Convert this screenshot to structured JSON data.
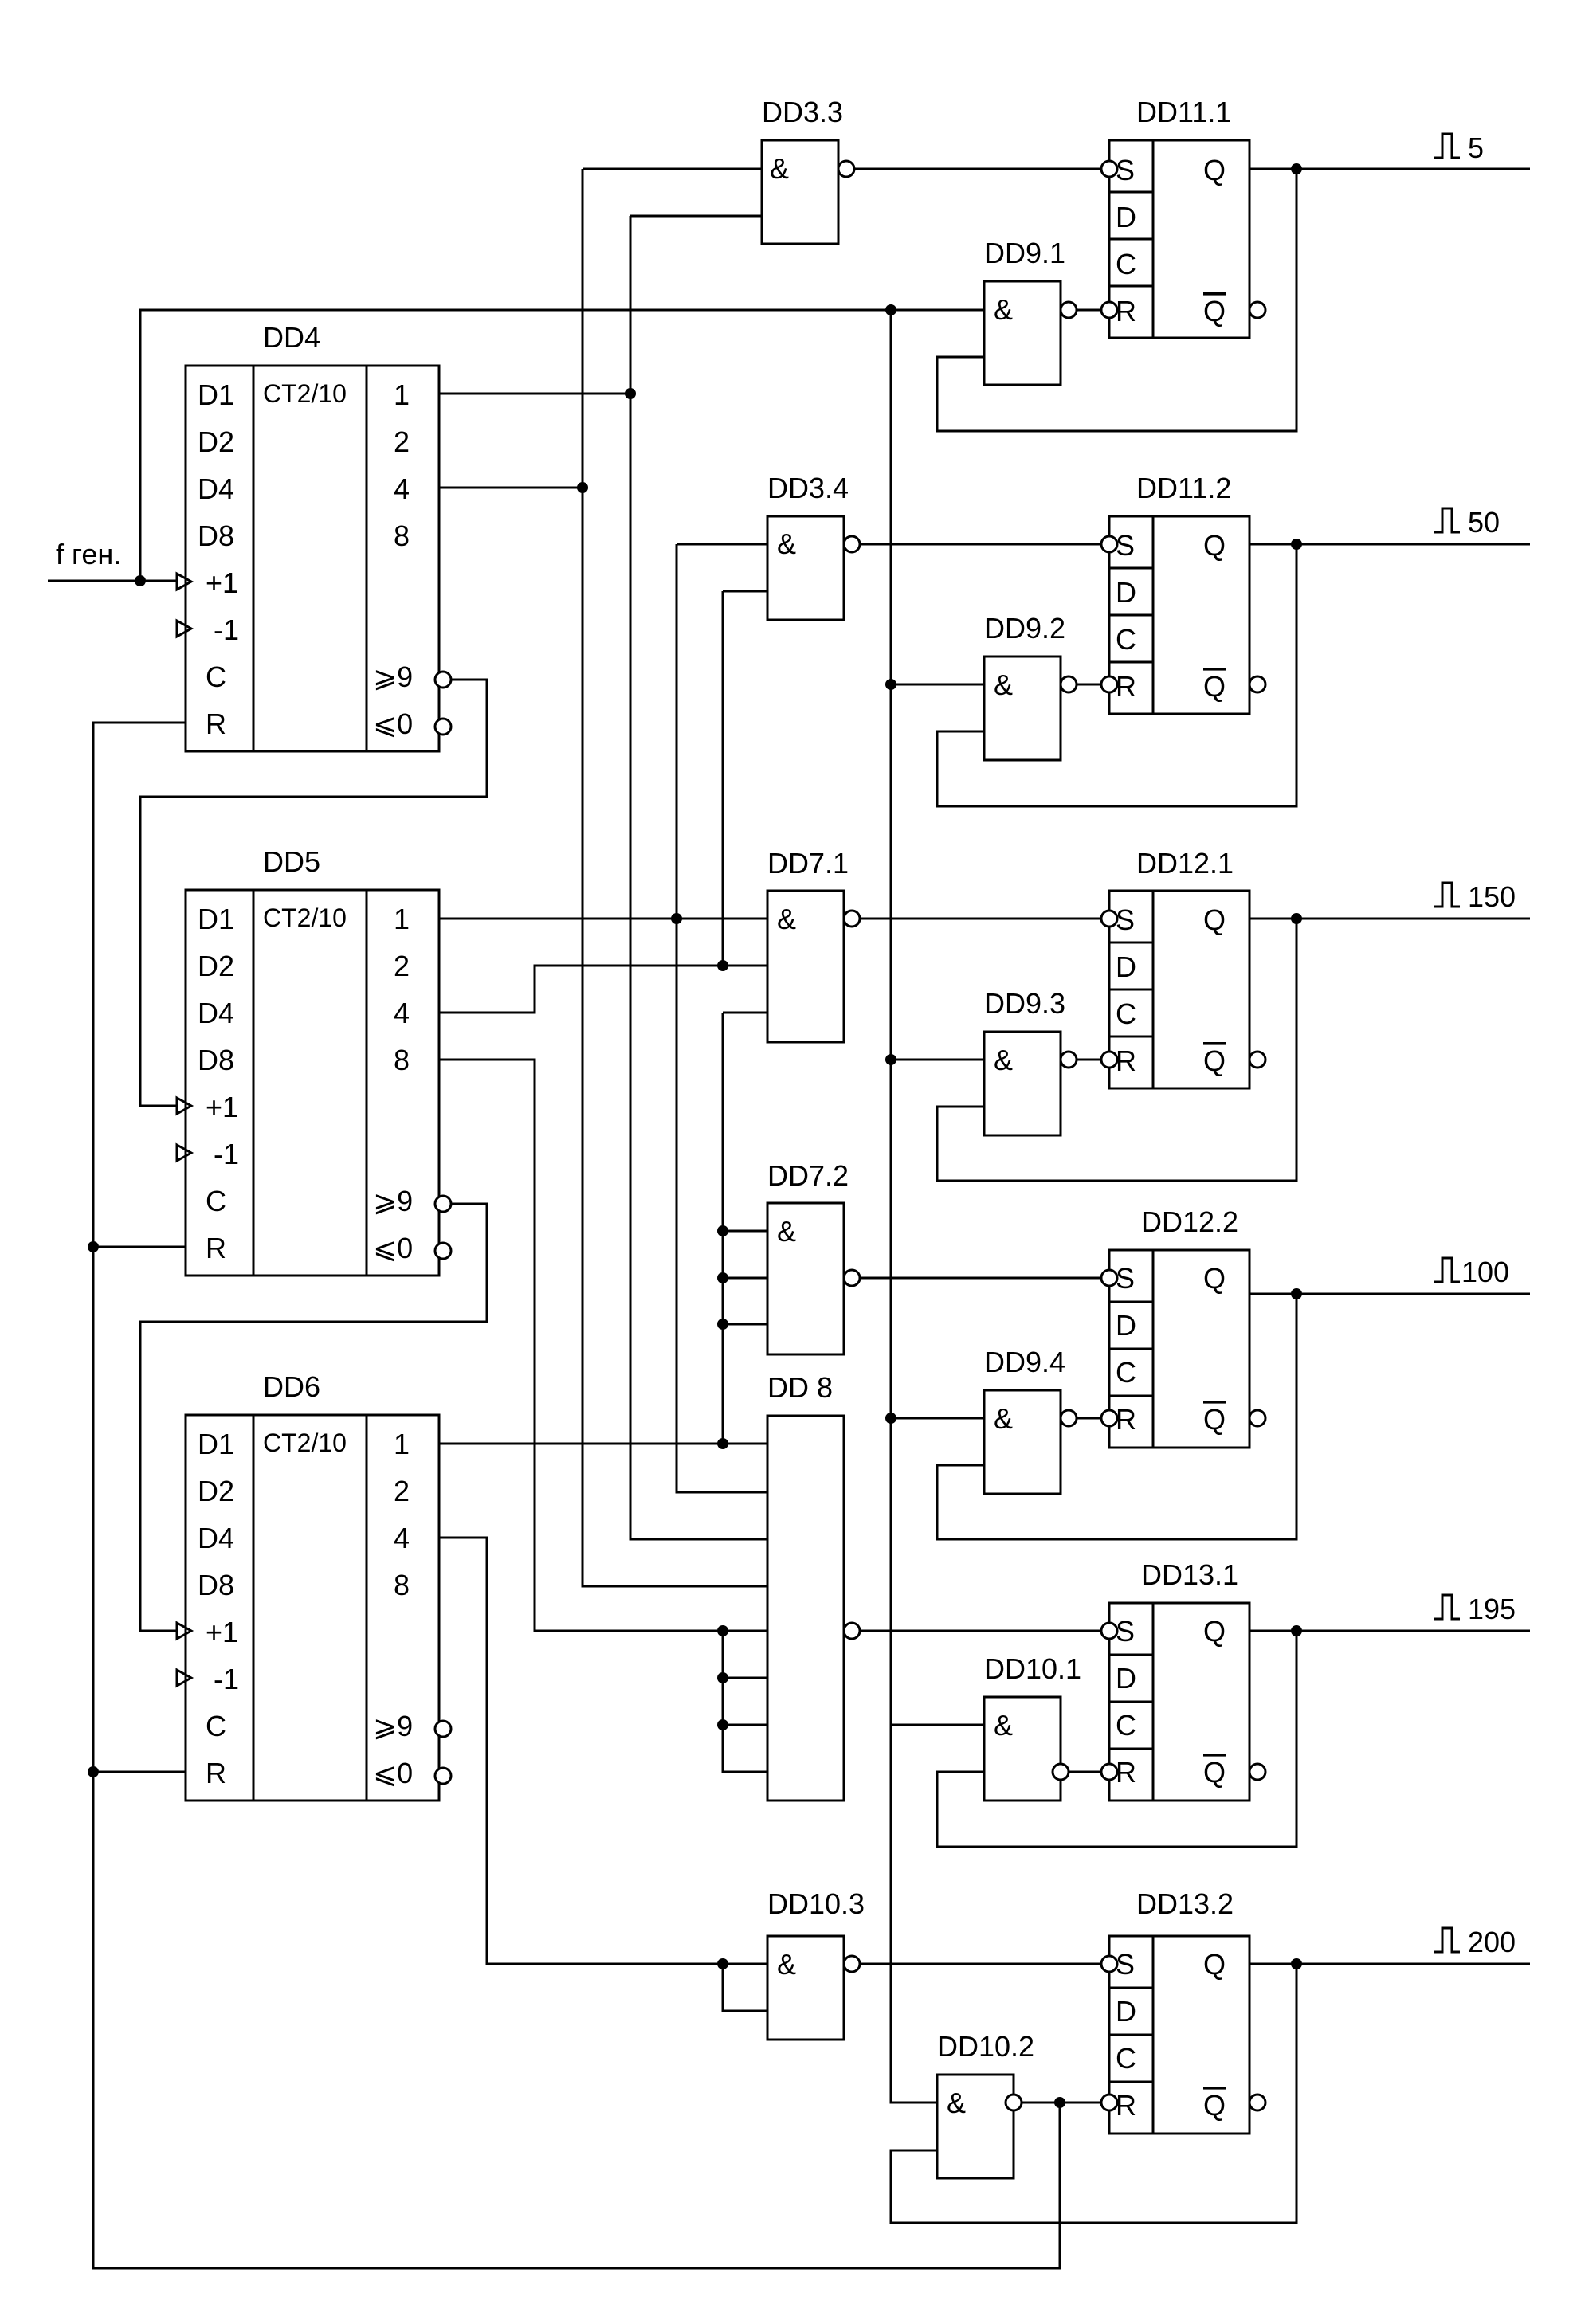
{
  "input": {
    "label": "f ген."
  },
  "counters": [
    {
      "name": "DD4",
      "type": "CT2/10",
      "left_pins": [
        "D1",
        "D2",
        "D4",
        "D8",
        "+1",
        "-1",
        "C",
        "R"
      ],
      "right_pins": [
        "1",
        "2",
        "4",
        "8",
        "⩾9",
        "⩽0"
      ]
    },
    {
      "name": "DD5",
      "type": "CT2/10",
      "left_pins": [
        "D1",
        "D2",
        "D4",
        "D8",
        "+1",
        "-1",
        "C",
        "R"
      ],
      "right_pins": [
        "1",
        "2",
        "4",
        "8",
        "⩾9",
        "⩽0"
      ]
    },
    {
      "name": "DD6",
      "type": "CT2/10",
      "left_pins": [
        "D1",
        "D2",
        "D4",
        "D8",
        "+1",
        "-1",
        "C",
        "R"
      ],
      "right_pins": [
        "1",
        "2",
        "4",
        "8",
        "⩾9",
        "⩽0"
      ]
    }
  ],
  "nand_gates": [
    {
      "name": "DD3.3",
      "symbol": "&"
    },
    {
      "name": "DD3.4",
      "symbol": "&"
    },
    {
      "name": "DD7.1",
      "symbol": "&"
    },
    {
      "name": "DD7.2",
      "symbol": "&"
    },
    {
      "name": "DD 8",
      "symbol": ""
    },
    {
      "name": "DD10.3",
      "symbol": "&"
    },
    {
      "name": "DD9.1",
      "symbol": "&"
    },
    {
      "name": "DD9.2",
      "symbol": "&"
    },
    {
      "name": "DD9.3",
      "symbol": "&"
    },
    {
      "name": "DD9.4",
      "symbol": "&"
    },
    {
      "name": "DD10.1",
      "symbol": "&"
    },
    {
      "name": "DD10.2",
      "symbol": "&"
    }
  ],
  "flipflops": [
    {
      "name": "DD11.1",
      "pins": [
        "S",
        "D",
        "C",
        "R"
      ],
      "q": "Q",
      "qbar": "Q"
    },
    {
      "name": "DD11.2",
      "pins": [
        "S",
        "D",
        "C",
        "R"
      ],
      "q": "Q",
      "qbar": "Q"
    },
    {
      "name": "DD12.1",
      "pins": [
        "S",
        "D",
        "C",
        "R"
      ],
      "q": "Q",
      "qbar": "Q"
    },
    {
      "name": "DD12.2",
      "pins": [
        "S",
        "D",
        "C",
        "R"
      ],
      "q": "Q",
      "qbar": "Q"
    },
    {
      "name": "DD13.1",
      "pins": [
        "S",
        "D",
        "C",
        "R"
      ],
      "q": "Q",
      "qbar": "Q"
    },
    {
      "name": "DD13.2",
      "pins": [
        "S",
        "D",
        "C",
        "R"
      ],
      "q": "Q",
      "qbar": "Q"
    }
  ],
  "outputs": [
    {
      "label": "5"
    },
    {
      "label": "50"
    },
    {
      "label": "150"
    },
    {
      "label": "100"
    },
    {
      "label": "195"
    },
    {
      "label": "200"
    }
  ]
}
